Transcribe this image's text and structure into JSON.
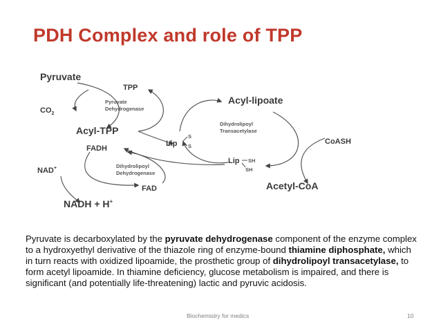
{
  "slide": {
    "title": "PDH Complex and role of TPP",
    "footer_center": "Biochemistry for medics",
    "page_number": "10"
  },
  "diagram": {
    "pyruvate": "Pyruvate",
    "tpp": "TPP",
    "co2": "CO",
    "co2_sub": "2",
    "e1_line1": "Pyruvate",
    "e1_line2": "Dehydrogenase",
    "acyl_tpp": "Acyl-TPP",
    "acyl_lipoate": "Acyl-lipoate",
    "e2_line1": "Dihydrolipoyl",
    "e2_line2": "Transacetylase",
    "lip_disulfide": "Lip",
    "s_top": "S",
    "s_bottom": "S",
    "coash": "CoASH",
    "fadh": "FADH",
    "lip_sh": "Lip",
    "sh_top": "SH",
    "sh_bottom": "SH",
    "nad": "NAD",
    "nad_sup": "+",
    "e3_line1": "Dihydrolipoyl",
    "e3_line2": "Dehydrogenase",
    "fad": "FAD",
    "acetyl_coa": "Acetyl-CoA",
    "nadh": "NADH + H",
    "nadh_sup": "+"
  },
  "body": {
    "part1": "Pyruvate is decarboxylated by the ",
    "bold1": "pyruvate dehydrogenase",
    "part2": " component of the enzyme complex to a hydroxyethyl derivative of the thiazole ring of enzyme-bound ",
    "bold2": "thiamine diphosphate,",
    "part3": " which in turn reacts with oxidized lipoamide, the prosthetic group of ",
    "bold3": "dihydrolipoyl transacetylase,",
    "part4": " to form acetyl lipoamide. In thiamine deficiency, glucose metabolism is impaired, and there is significant (and potentially life-threatening) lactic and pyruvic acidosis."
  }
}
